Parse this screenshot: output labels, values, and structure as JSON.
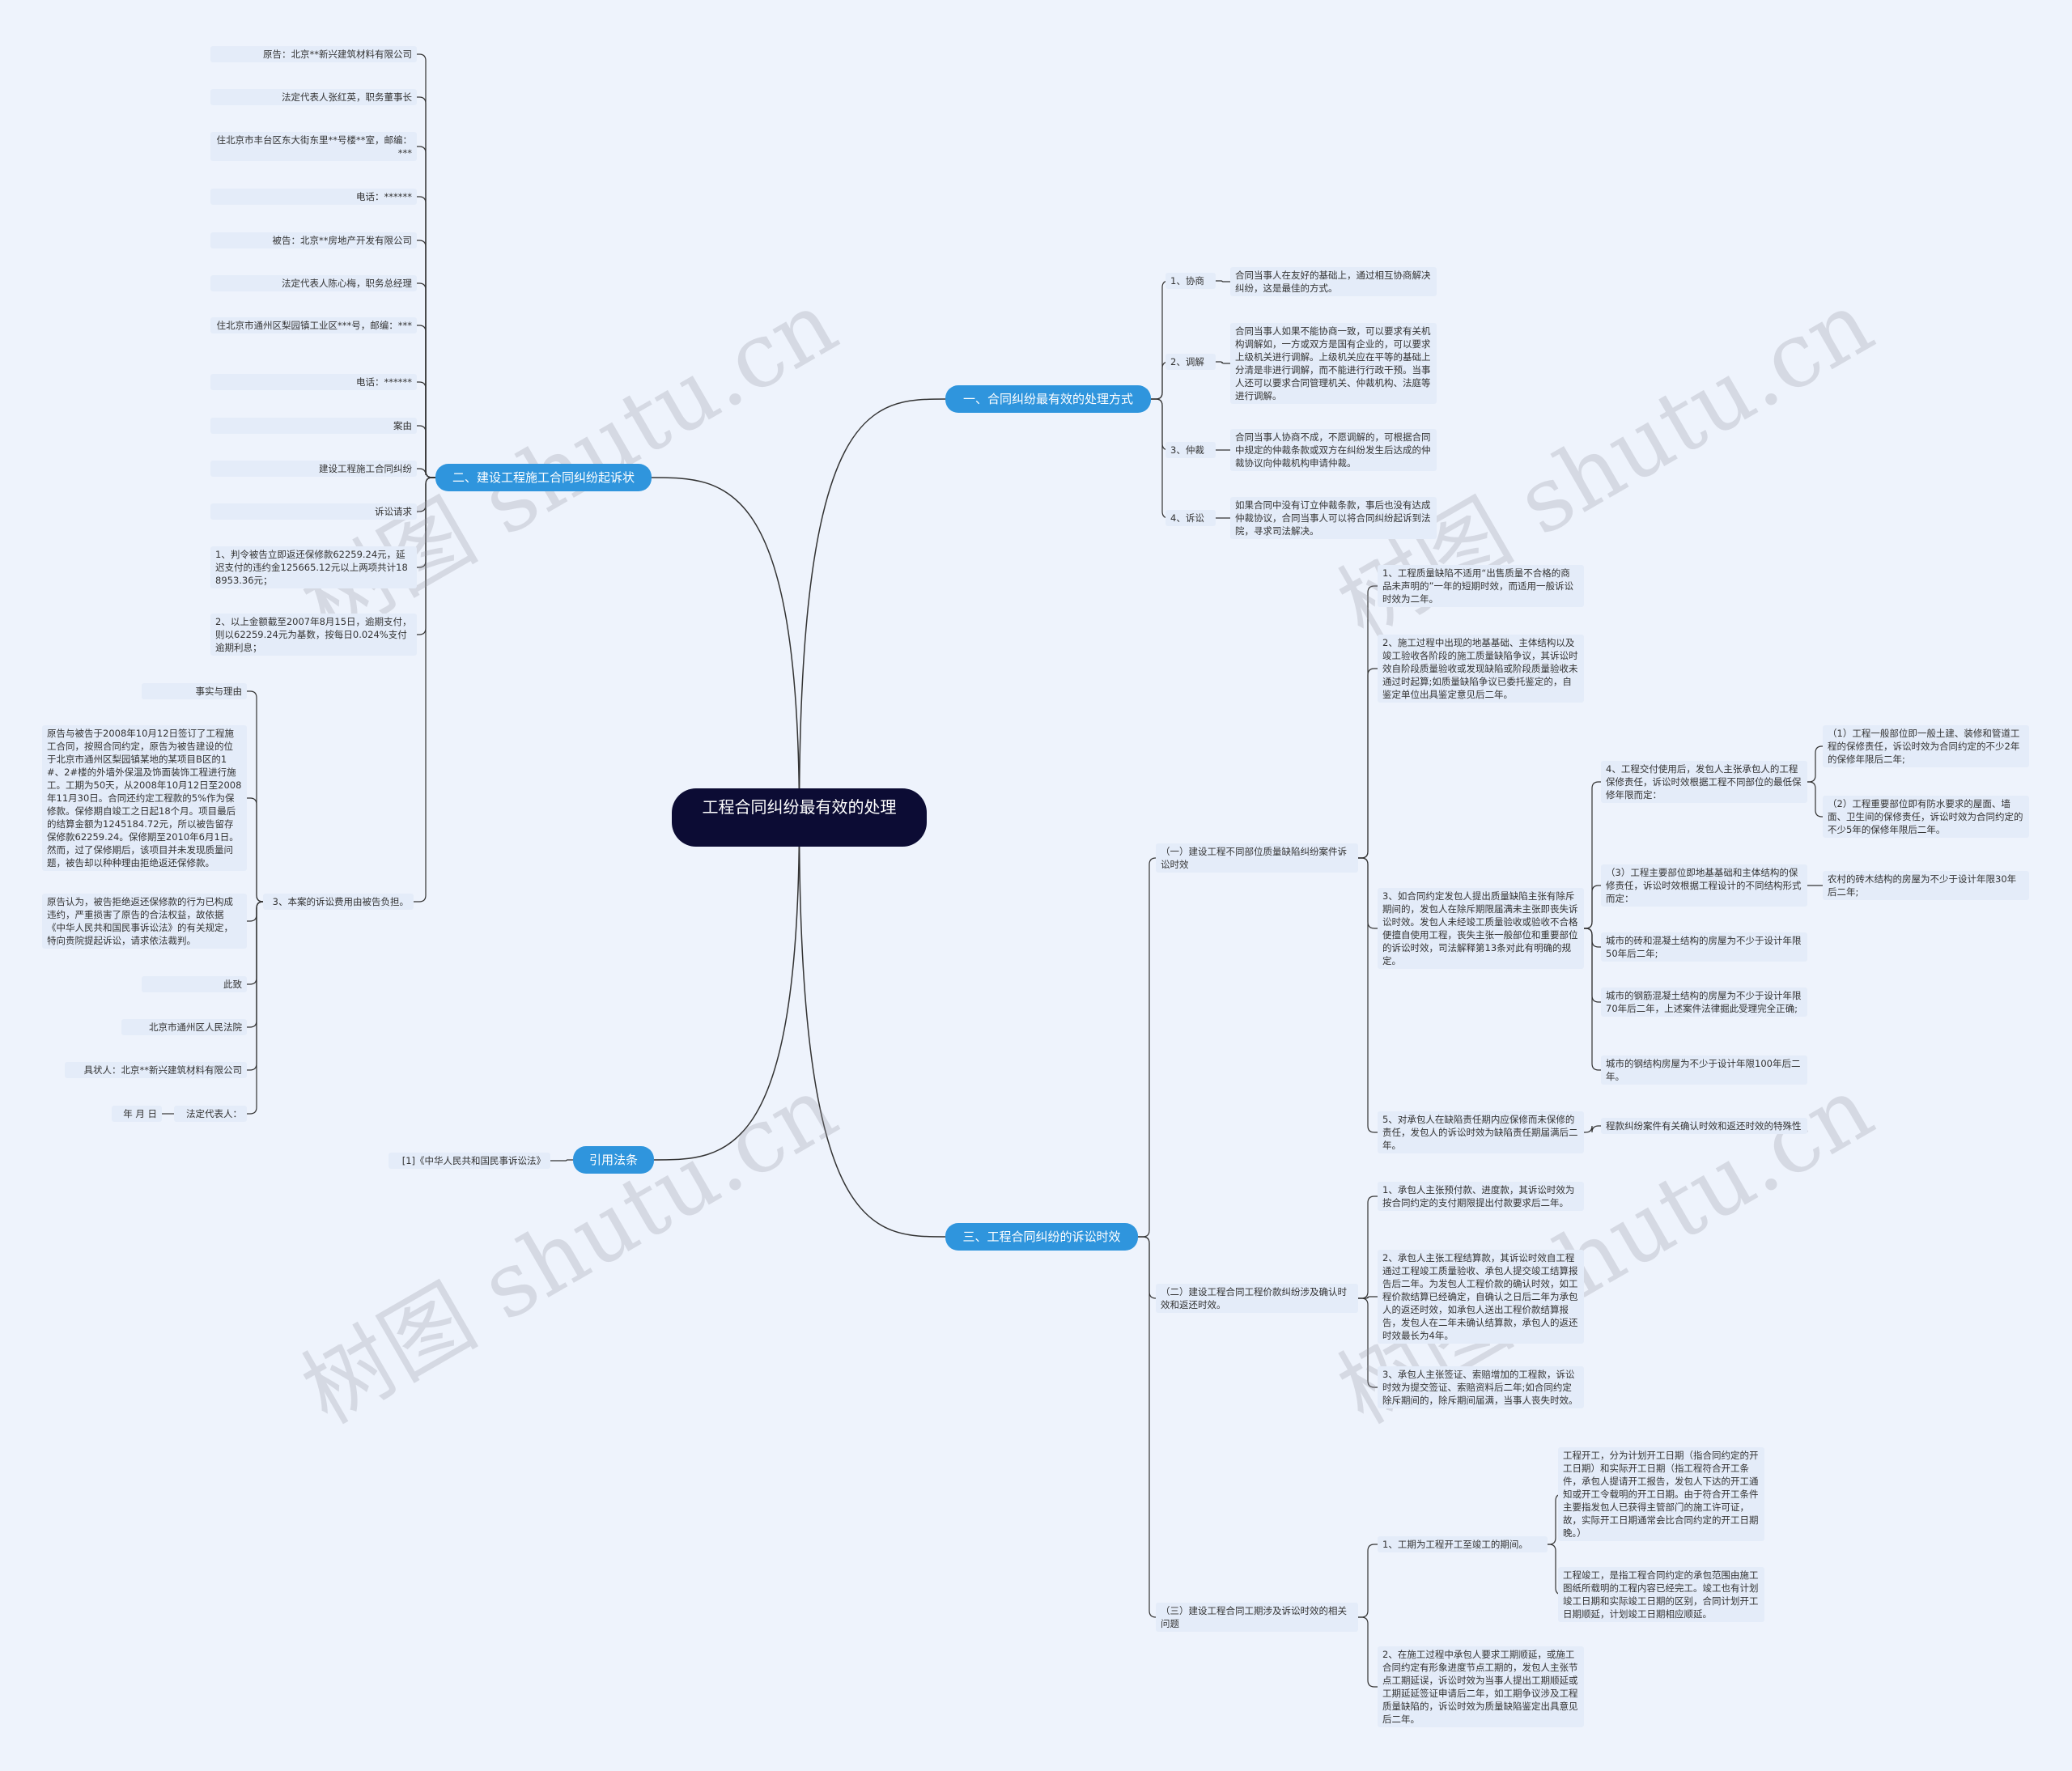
{
  "title": "工程合同纠纷最有效的处理",
  "watermark": "树图 shutu.cn",
  "colors": {
    "background": "#eef3fc",
    "center": "#0c0c34",
    "branch": "#2f95dd",
    "leaf_bg": "#e4ecf9",
    "line": "#333333"
  },
  "branch1": {
    "label": "一、合同纠纷最有效的处理方式",
    "items": [
      {
        "label": "1、协商",
        "text": "合同当事人在友好的基础上，通过相互协商解决纠纷，这是最佳的方式。"
      },
      {
        "label": "2、调解",
        "text": "合同当事人如果不能协商一致，可以要求有关机构调解如，一方或双方是国有企业的，可以要求上级机关进行调解。上级机关应在平等的基础上分清是非进行调解，而不能进行行政干预。当事人还可以要求合同管理机关、仲裁机构、法庭等进行调解。"
      },
      {
        "label": "3、仲裁",
        "text": "合同当事人协商不成，不愿调解的，可根据合同中规定的仲裁条款或双方在纠纷发生后达成的仲裁协议向仲裁机构申请仲裁。"
      },
      {
        "label": "4、诉讼",
        "text": "如果合同中没有订立仲裁条款，事后也没有达成仲裁协议，合同当事人可以将合同纠纷起诉到法院，寻求司法解决。"
      }
    ]
  },
  "branch2": {
    "label": "二、建设工程施工合同纠纷起诉状",
    "items": [
      "原告：北京**新兴建筑材料有限公司",
      "法定代表人张红英，职务董事长",
      "住北京市丰台区东大街东里**号楼**室，邮编：***",
      "电话：******",
      "被告：北京**房地产开发有限公司",
      "法定代表人陈心梅，职务总经理",
      "住北京市通州区梨园镇工业区***号，邮编：***",
      "电话：******",
      "案由",
      "建设工程施工合同纠纷",
      "诉讼请求",
      "1、判令被告立即返还保修款62259.24元，延迟支付的违约金125665.12元以上两项共计188953.36元；",
      "2、以上金额截至2007年8月15日，逾期支付，则以62259.24元为基数，按每日0.024%支付逾期利息；"
    ],
    "sub_label": "3、本案的诉讼费用由被告负担。",
    "sub_items": [
      "事实与理由",
      "原告与被告于2008年10月12日签订了工程施工合同，按照合同约定，原告为被告建设的位于北京市通州区梨园镇某地的某项目B区的1#、2#楼的外墙外保温及饰面装饰工程进行施工。工期为50天，从2008年10月12日至2008年11月30日。合同还约定工程款的5%作为保修款。保修期自竣工之日起18个月。项目最后的结算金额为1245184.72元，所以被告留存保修款62259.24。保修期至2010年6月1日。然而，过了保修期后，该项目并未发现质量问题，被告却以种种理由拒绝返还保修款。",
      "原告认为，被告拒绝返还保修款的行为已构成违约，严重损害了原告的合法权益，故依据《中华人民共和国民事诉讼法》的有关规定，特向贵院提起诉讼，请求依法裁判。",
      "此致",
      "北京市通州区人民法院",
      "具状人：北京**新兴建筑材料有限公司"
    ],
    "signature_label": "法定代表人：",
    "signature_date": "年 月 日"
  },
  "branch3": {
    "label": "三、工程合同纠纷的诉讼时效",
    "sec1": {
      "label": "（一）建设工程不同部位质量缺陷纠纷案件诉讼时效",
      "item1": "1、工程质量缺陷不适用“出售质量不合格的商品未声明的”一年的短期时效，而适用一般诉讼时效为二年。",
      "item2": "2、施工过程中出现的地基基础、主体结构以及竣工验收各阶段的施工质量缺陷争议，其诉讼时效自阶段质量验收或发现缺陷或阶段质量验收未通过时起算;如质量缺陷争议已委托鉴定的，自鉴定单位出具鉴定意见后二年。",
      "item3": "3、如合同约定发包人提出质量缺陷主张有除斥期间的，发包人在除斥期限届满未主张即丧失诉讼时效。发包人未经竣工质量验收或验收不合格便擅自使用工程，丧失主张一般部位和重要部位的诉讼时效，司法解释第13条对此有明确的规定。",
      "item4": "4、工程交付使用后，发包人主张承包人的工程保修责任，诉讼时效根据工程不同部位的最低保修年限而定：",
      "item4_children": [
        "（1）工程一般部位即一般土建、装修和管道工程的保修责任，诉讼时效为合同约定的不少2年的保修年限后二年;",
        "（2）工程重要部位即有防水要求的屋面、墙面、卫生间的保修责任，诉讼时效为合同约定的不少5年的保修年限后二年。"
      ],
      "item4_3": "（3）工程主要部位即地基基础和主体结构的保修责任，诉讼时效根据工程设计的不同结构形式而定：",
      "item4_3_child": "农村的砖木结构的房屋为不少于设计年限30年后二年;",
      "item4_more": [
        "城市的砖和混凝土结构的房屋为不少于设计年限50年后二年;",
        "城市的钢筋混凝土结构的房屋为不少于设计年限70年后二年，上述案件法律掘此受理完全正确;",
        "城市的钢结构房屋为不少于设计年限100年后二年。"
      ],
      "item5": "5、对承包人在缺陷责任期内应保修而未保修的责任，发包人的诉讼时效为缺陷责任期届满后二年。",
      "item5_child": "程款纠纷案件有关确认时效和返还时效的特殊性"
    },
    "sec2": {
      "label": "（二）建设工程合同工程价款纠纷涉及确认时效和返还时效。",
      "items": [
        "1、承包人主张预付款、进度款，其诉讼时效为按合同约定的支付期限提出付款要求后二年。",
        "2、承包人主张工程结算款，其诉讼时效自工程通过工程竣工质量验收、承包人提交竣工结算报告后二年。为发包人工程价款的确认时效，如工程价款结算已经确定，自确认之日后二年为承包人的返还时效，如承包人送出工程价款结算报告，发包人在二年未确认结算款，承包人的返还时效最长为4年。",
        "3、承包人主张签证、索赔增加的工程款，诉讼时效为提交签证、索赔资料后二年;如合同约定除斥期间的，除斥期间届满，当事人丧失时效。"
      ]
    },
    "sec3": {
      "label": "（三）建设工程合同工期涉及诉讼时效的相关问题",
      "item1": "1、工期为工程开工至竣工的期间。",
      "item1_children": [
        "工程开工，分为计划开工日期（指合同约定的开工日期）和实际开工日期（指工程符合开工条件，承包人提请开工报告，发包人下达的开工通知或开工令载明的开工日期。由于符合开工条件主要指发包人已获得主管部门的施工许可证，故，实际开工日期通常会比合同约定的开工日期晚。）",
        "工程竣工，是指工程合同约定的承包范围由施工图纸所载明的工程内容已经完工。竣工也有计划竣工日期和实际竣工日期的区别，合同计划开工日期顺延，计划竣工日期相应顺延。"
      ],
      "item2": "2、在施工过程中承包人要求工期顺延，或施工合同约定有形象进度节点工期的，发包人主张节点工期延误，诉讼时效为当事人提出工期顺延或工期延延签证申请后二年，如工期争议涉及工程质量缺陷的，诉讼时效为质量缺陷鉴定出具意见后二年。"
    }
  },
  "branch4": {
    "label": "引用法条",
    "items": [
      "[1]《中华人民共和国民事诉讼法》"
    ]
  }
}
